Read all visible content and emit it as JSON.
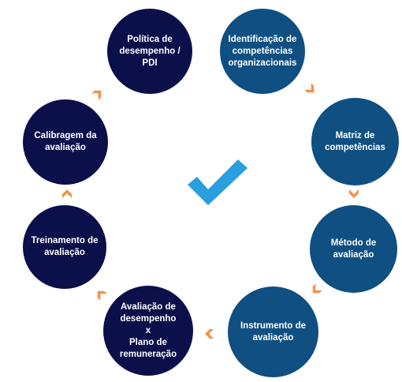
{
  "diagram": {
    "nodes": [
      {
        "id": "n1",
        "label": "Política de\ndesempenho /\nPDI",
        "color": "#0b0f4a"
      },
      {
        "id": "n2",
        "label": "Identificação de\ncompetências\norganizacionais",
        "color": "#0f4f82"
      },
      {
        "id": "n3",
        "label": "Matriz de\ncompetências",
        "color": "#0f4f82"
      },
      {
        "id": "n4",
        "label": "Método de\navaliação",
        "color": "#0f4f82"
      },
      {
        "id": "n5",
        "label": "Instrumento de\navaliação",
        "color": "#0f4f82"
      },
      {
        "id": "n6",
        "label": "Avaliação de\ndesempenho\nx\nPlano de\nremuneração",
        "color": "#0b0f4a"
      },
      {
        "id": "n7",
        "label": "Treinamento de\navaliação",
        "color": "#0b0f4a"
      },
      {
        "id": "n8",
        "label": "Calibragem da\navaliação",
        "color": "#0b0f4a"
      }
    ],
    "arrow_color": "#f4914b",
    "check_color": "#2a9fe0",
    "check_icon": "checkmark-icon"
  }
}
